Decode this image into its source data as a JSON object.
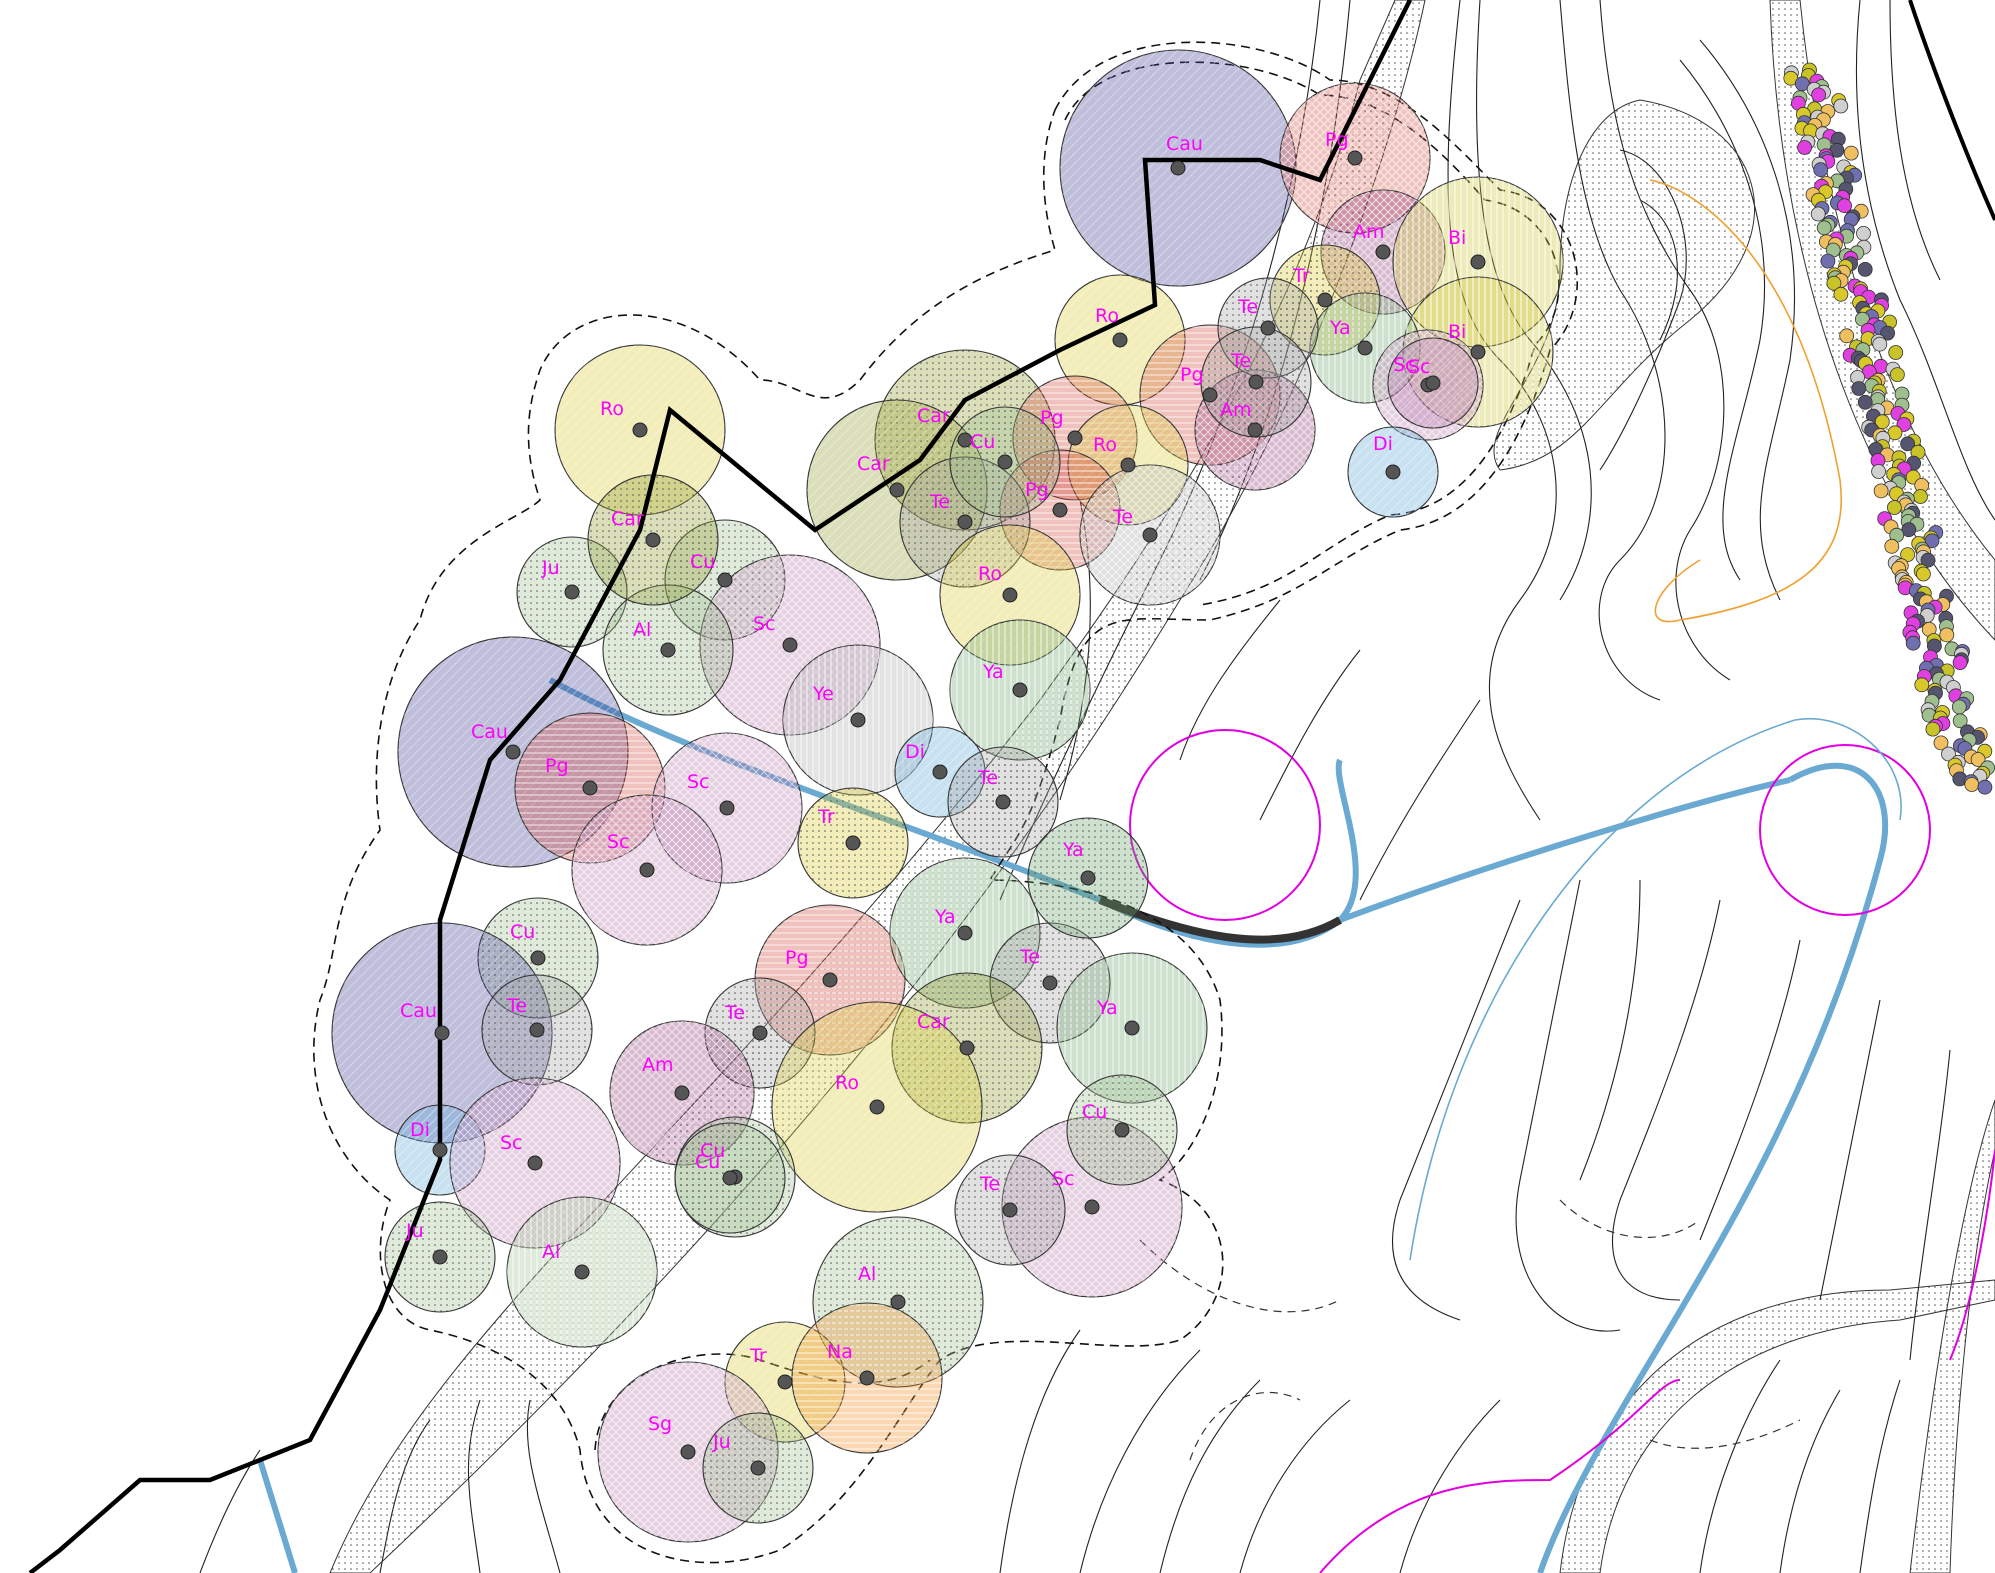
{
  "canopy_colors": {
    "Cau": "#3d3d95",
    "Pg": "#d2473a",
    "Ro": "#d9c82a",
    "Car": "#8e9a2c",
    "Te": "#a4a4a4",
    "Cu": "#9fbf8f",
    "Ya": "#6aa36a",
    "Sc": "#b070a8",
    "Sg": "#b070a8",
    "Am": "#8a2f6e",
    "Tr": "#d9c82a",
    "Ju": "#9fbf8f",
    "Al": "#9fbf8f",
    "Di": "#5aa7d8",
    "Bi": "#c9c32a",
    "Na": "#f08a1a"
  },
  "line_colors": {
    "boundary": "#000000",
    "path_blue": "#6aa9d1",
    "magenta": "#e000e0",
    "orange": "#f0a030",
    "label": "#ff00ff"
  },
  "trees": [
    {
      "label": "Cau"
    },
    {
      "label": "Pg"
    },
    {
      "label": "Am"
    },
    {
      "label": "Bi"
    },
    {
      "label": "Bi"
    },
    {
      "label": "Ro"
    },
    {
      "label": "Tr"
    },
    {
      "label": "Ya"
    },
    {
      "label": "Pg"
    },
    {
      "label": "Sc"
    },
    {
      "label": "Car"
    },
    {
      "label": "Pg"
    },
    {
      "label": "Am"
    },
    {
      "label": "Ro"
    },
    {
      "label": "Pg"
    },
    {
      "label": "Ro"
    },
    {
      "label": "Car"
    },
    {
      "label": "Te"
    },
    {
      "label": "Cu"
    },
    {
      "label": "Te"
    },
    {
      "label": "Ro"
    },
    {
      "label": "Ju"
    },
    {
      "label": "Cu"
    },
    {
      "label": "Sc"
    },
    {
      "label": "Al"
    },
    {
      "label": "Car"
    },
    {
      "label": "Ya"
    },
    {
      "label": "Cau"
    },
    {
      "label": "Pg"
    },
    {
      "label": "Sc"
    },
    {
      "label": "Sc"
    },
    {
      "label": "Ye"
    },
    {
      "label": "Di"
    },
    {
      "label": "Te"
    },
    {
      "label": "Tr"
    },
    {
      "label": "Cu"
    },
    {
      "label": "Cau"
    },
    {
      "label": "Te"
    },
    {
      "label": "Di"
    },
    {
      "label": "Pg"
    },
    {
      "label": "Ya"
    },
    {
      "label": "Te"
    },
    {
      "label": "Te"
    },
    {
      "label": "Car"
    },
    {
      "label": "Am"
    },
    {
      "label": "Ro"
    },
    {
      "label": "Ya"
    },
    {
      "label": "Cu"
    },
    {
      "label": "Sc"
    },
    {
      "label": "Cu"
    },
    {
      "label": "Te"
    },
    {
      "label": "Sc"
    },
    {
      "label": "Ju"
    },
    {
      "label": "Al"
    },
    {
      "label": "Cu"
    },
    {
      "label": "Al"
    },
    {
      "label": "Tr"
    },
    {
      "label": "Na"
    },
    {
      "label": "Sg"
    },
    {
      "label": "Ju"
    },
    {
      "label": "Te"
    },
    {
      "label": "Di"
    },
    {
      "label": "Sc"
    },
    {
      "label": "Te"
    },
    {
      "label": "Ya"
    }
  ]
}
